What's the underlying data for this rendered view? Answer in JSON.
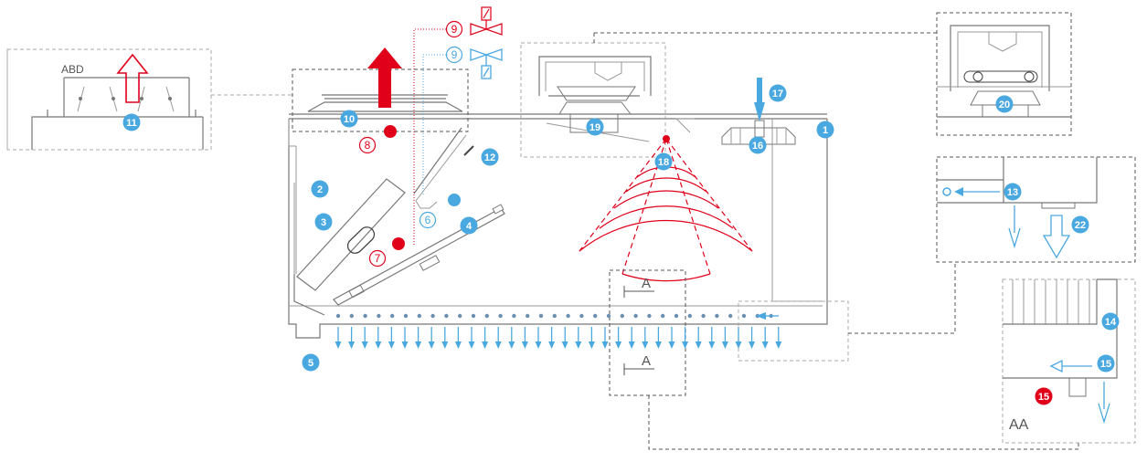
{
  "labels": {
    "abd": "ABD",
    "section_top": "A",
    "section_bottom": "A",
    "section_view": "AA"
  },
  "badges": {
    "b1": "1",
    "b2": "2",
    "b3": "3",
    "b4": "4",
    "b5": "5",
    "b6": "6",
    "b7": "7",
    "b8": "8",
    "b9_red": "9",
    "b9_blue": "9",
    "b10": "10",
    "b11": "11",
    "b12": "12",
    "b13": "13",
    "b14": "14",
    "b15_blue": "15",
    "b15_red": "15",
    "b16": "16",
    "b17": "17",
    "b18": "18",
    "b19": "19",
    "b20": "20",
    "b22": "22"
  },
  "colors": {
    "blue": "#4aa8e0",
    "red": "#e0001a",
    "line": "#777777"
  }
}
